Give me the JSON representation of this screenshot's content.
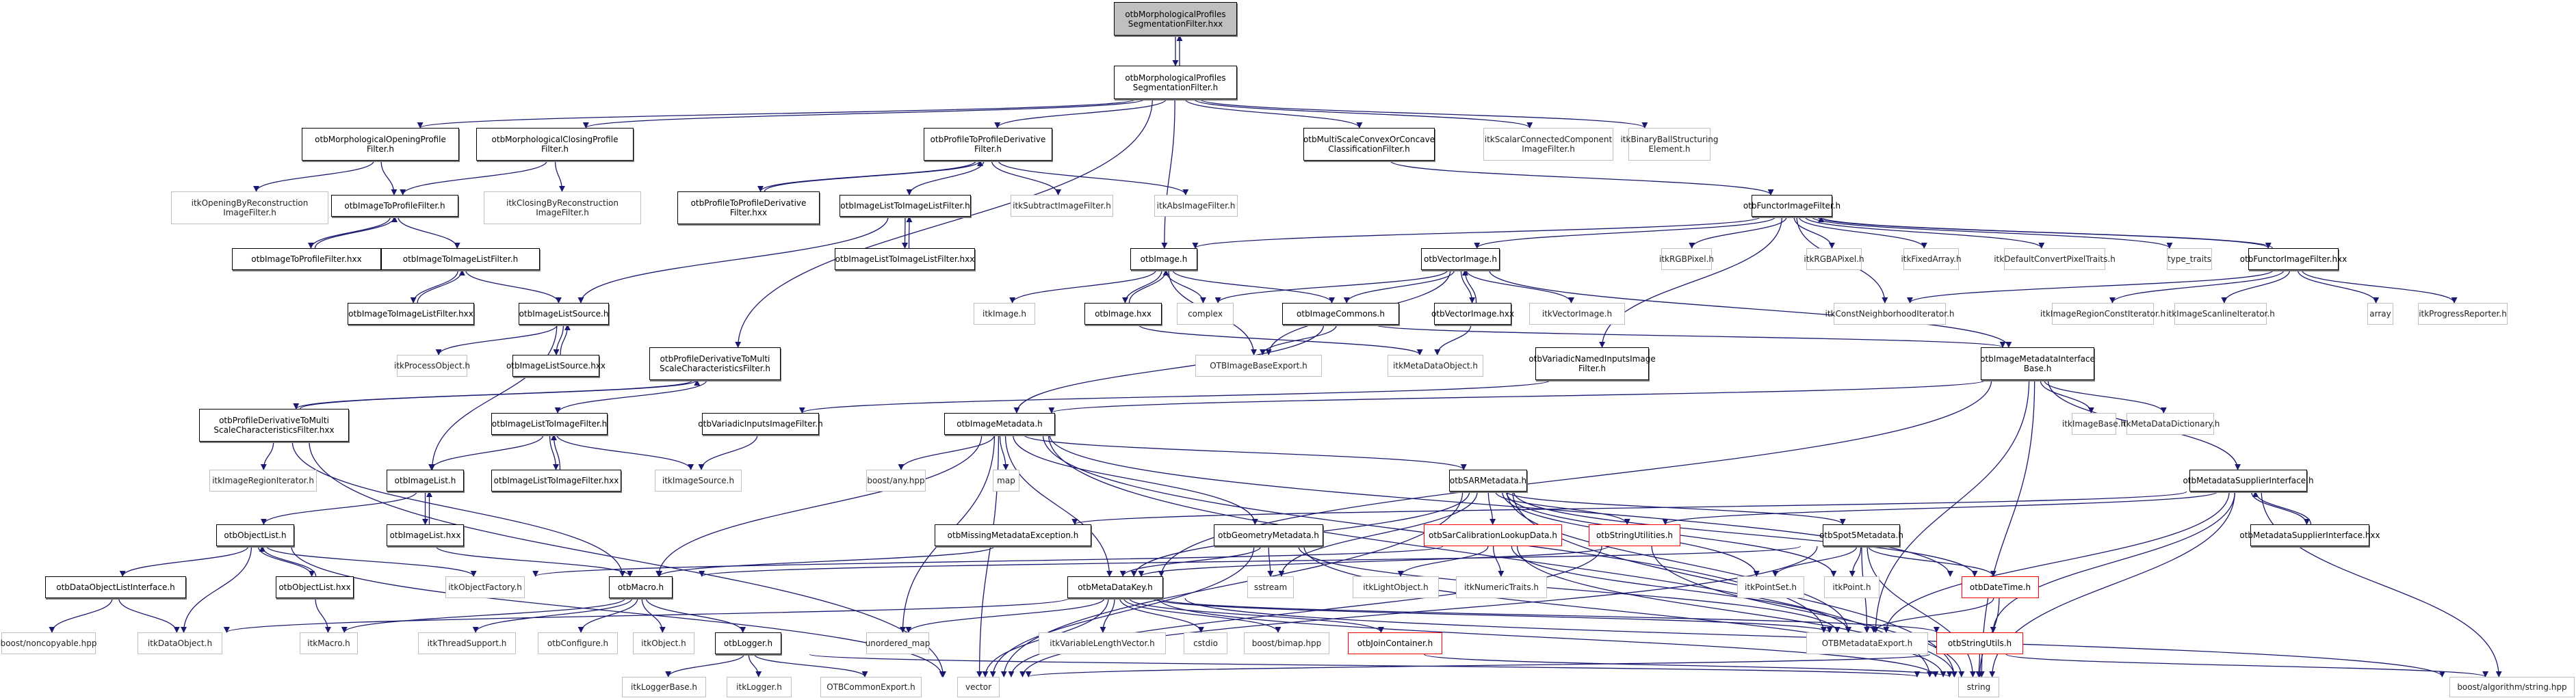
{
  "title": "otbMorphologicalProfilesSegmentationFilter.hxx include dependency graph",
  "colors": {
    "edge": "#191970",
    "root_fill": "#bfbfbf",
    "external_border": "#bfbfbf",
    "truncated_border": "#ff0000"
  },
  "nodes": [
    {
      "id": "root",
      "label": "otbMorphologicalProfiles\nSegmentationFilter.hxx",
      "kind": "root"
    },
    {
      "id": "mpsf_h",
      "label": "otbMorphologicalProfiles\nSegmentationFilter.h",
      "kind": "doc"
    },
    {
      "id": "open",
      "label": "otbMorphologicalOpeningProfile\nFilter.h",
      "kind": "doc"
    },
    {
      "id": "close",
      "label": "otbMorphologicalClosingProfile\nFilter.h",
      "kind": "doc"
    },
    {
      "id": "p2pd",
      "label": "otbProfileToProfileDerivative\nFilter.h",
      "kind": "doc"
    },
    {
      "id": "msconv",
      "label": "otbMultiScaleConvexOrConcave\nClassificationFilter.h",
      "kind": "doc"
    },
    {
      "id": "scc",
      "label": "itkScalarConnectedComponent\nImageFilter.h",
      "kind": "ext"
    },
    {
      "id": "bball",
      "label": "itkBinaryBallStructuring\nElement.h",
      "kind": "ext"
    },
    {
      "id": "obr",
      "label": "itkOpeningByReconstruction\nImageFilter.h",
      "kind": "ext"
    },
    {
      "id": "i2p",
      "label": "otbImageToProfileFilter.h",
      "kind": "doc"
    },
    {
      "id": "cbr",
      "label": "itkClosingByReconstruction\nImageFilter.h",
      "kind": "ext"
    },
    {
      "id": "p2pd_hxx",
      "label": "otbProfileToProfileDerivative\nFilter.hxx",
      "kind": "doc"
    },
    {
      "id": "il2il",
      "label": "otbImageListToImageListFilter.h",
      "kind": "doc"
    },
    {
      "id": "sub",
      "label": "itkSubtractImageFilter.h",
      "kind": "ext"
    },
    {
      "id": "abs",
      "label": "itkAbsImageFilter.h",
      "kind": "ext"
    },
    {
      "id": "functor",
      "label": "otbFunctorImageFilter.h",
      "kind": "doc"
    },
    {
      "id": "i2p_hxx",
      "label": "otbImageToProfileFilter.hxx",
      "kind": "doc"
    },
    {
      "id": "i2il",
      "label": "otbImageToImageListFilter.h",
      "kind": "doc"
    },
    {
      "id": "il2il_hxx",
      "label": "otbImageListToImageListFilter.hxx",
      "kind": "doc"
    },
    {
      "id": "image",
      "label": "otbImage.h",
      "kind": "doc"
    },
    {
      "id": "vimage",
      "label": "otbVectorImage.h",
      "kind": "doc"
    },
    {
      "id": "rgb",
      "label": "itkRGBPixel.h",
      "kind": "ext"
    },
    {
      "id": "rgba",
      "label": "itkRGBAPixel.h",
      "kind": "ext"
    },
    {
      "id": "fixarr",
      "label": "itkFixedArray.h",
      "kind": "ext"
    },
    {
      "id": "dcpt",
      "label": "itkDefaultConvertPixelTraits.h",
      "kind": "ext"
    },
    {
      "id": "typetraits",
      "label": "type_traits",
      "kind": "ext"
    },
    {
      "id": "functor_hxx",
      "label": "otbFunctorImageFilter.hxx",
      "kind": "doc"
    },
    {
      "id": "i2il_hxx",
      "label": "otbImageToImageListFilter.hxx",
      "kind": "doc"
    },
    {
      "id": "ilsrc",
      "label": "otbImageListSource.h",
      "kind": "doc"
    },
    {
      "id": "itkimage",
      "label": "itkImage.h",
      "kind": "ext"
    },
    {
      "id": "image_hxx",
      "label": "otbImage.hxx",
      "kind": "doc"
    },
    {
      "id": "complex",
      "label": "complex",
      "kind": "ext"
    },
    {
      "id": "icommons",
      "label": "otbImageCommons.h",
      "kind": "doc"
    },
    {
      "id": "vimage_hxx",
      "label": "otbVectorImage.hxx",
      "kind": "doc"
    },
    {
      "id": "itkvimage",
      "label": "itkVectorImage.h",
      "kind": "ext"
    },
    {
      "id": "cni",
      "label": "itkConstNeighborhoodIterator.h",
      "kind": "ext"
    },
    {
      "id": "ircit",
      "label": "itkImageRegionConstIterator.h",
      "kind": "ext"
    },
    {
      "id": "isl",
      "label": "itkImageScanlineIterator.h",
      "kind": "ext"
    },
    {
      "id": "array",
      "label": "array",
      "kind": "ext"
    },
    {
      "id": "progress",
      "label": "itkProgressReporter.h",
      "kind": "ext"
    },
    {
      "id": "procobj",
      "label": "itkProcessObject.h",
      "kind": "ext"
    },
    {
      "id": "ilsrc_hxx",
      "label": "otbImageListSource.hxx",
      "kind": "doc"
    },
    {
      "id": "pd2ms",
      "label": "otbProfileDerivativeToMulti\nScaleCharacteristicsFilter.h",
      "kind": "doc"
    },
    {
      "id": "ibexport",
      "label": "OTBImageBaseExport.h",
      "kind": "ext"
    },
    {
      "id": "mdobj",
      "label": "itkMetaDataObject.h",
      "kind": "ext"
    },
    {
      "id": "vnif",
      "label": "otbVariadicNamedInputsImage\nFilter.h",
      "kind": "doc"
    },
    {
      "id": "imib",
      "label": "otbImageMetadataInterface\nBase.h",
      "kind": "doc"
    },
    {
      "id": "pd2ms_hxx",
      "label": "otbProfileDerivativeToMulti\nScaleCharacteristicsFilter.hxx",
      "kind": "doc"
    },
    {
      "id": "il2i",
      "label": "otbImageListToImageFilter.h",
      "kind": "doc"
    },
    {
      "id": "vif",
      "label": "otbVariadicInputsImageFilter.h",
      "kind": "doc"
    },
    {
      "id": "imd",
      "label": "otbImageMetadata.h",
      "kind": "doc"
    },
    {
      "id": "itkimgbase",
      "label": "itkImageBase.h",
      "kind": "ext"
    },
    {
      "id": "mddict",
      "label": "itkMetaDataDictionary.h",
      "kind": "ext"
    },
    {
      "id": "iri",
      "label": "itkImageRegionIterator.h",
      "kind": "ext"
    },
    {
      "id": "ilist",
      "label": "otbImageList.h",
      "kind": "doc"
    },
    {
      "id": "il2i_hxx",
      "label": "otbImageListToImageFilter.hxx",
      "kind": "doc"
    },
    {
      "id": "isrc",
      "label": "itkImageSource.h",
      "kind": "ext"
    },
    {
      "id": "boostany",
      "label": "boost/any.hpp",
      "kind": "ext"
    },
    {
      "id": "map",
      "label": "map",
      "kind": "ext"
    },
    {
      "id": "sarmd",
      "label": "otbSARMetadata.h",
      "kind": "doc"
    },
    {
      "id": "mdsi",
      "label": "otbMetadataSupplierInterface.h",
      "kind": "doc"
    },
    {
      "id": "objlist",
      "label": "otbObjectList.h",
      "kind": "doc"
    },
    {
      "id": "ilist_hxx",
      "label": "otbImageList.hxx",
      "kind": "doc"
    },
    {
      "id": "missmd",
      "label": "otbMissingMetadataException.h",
      "kind": "doc"
    },
    {
      "id": "geomd",
      "label": "otbGeometryMetadata.h",
      "kind": "doc"
    },
    {
      "id": "sarcal",
      "label": "otbSarCalibrationLookupData.h",
      "kind": "red"
    },
    {
      "id": "strutil",
      "label": "otbStringUtilities.h",
      "kind": "red"
    },
    {
      "id": "spot5",
      "label": "otbSpot5Metadata.h",
      "kind": "doc"
    },
    {
      "id": "mdsi_hxx",
      "label": "otbMetadataSupplierInterface.hxx",
      "kind": "doc"
    },
    {
      "id": "dolif",
      "label": "otbDataObjectListInterface.h",
      "kind": "doc"
    },
    {
      "id": "objlist_hxx",
      "label": "otbObjectList.hxx",
      "kind": "doc"
    },
    {
      "id": "objfact",
      "label": "itkObjectFactory.h",
      "kind": "ext"
    },
    {
      "id": "macro",
      "label": "otbMacro.h",
      "kind": "doc"
    },
    {
      "id": "mdkey",
      "label": "otbMetaDataKey.h",
      "kind": "doc"
    },
    {
      "id": "sstream",
      "label": "sstream",
      "kind": "ext"
    },
    {
      "id": "lightobj",
      "label": "itkLightObject.h",
      "kind": "ext"
    },
    {
      "id": "numtraits",
      "label": "itkNumericTraits.h",
      "kind": "ext"
    },
    {
      "id": "pointset",
      "label": "itkPointSet.h",
      "kind": "ext"
    },
    {
      "id": "point",
      "label": "itkPoint.h",
      "kind": "ext"
    },
    {
      "id": "datetime",
      "label": "otbDateTime.h",
      "kind": "red"
    },
    {
      "id": "noncopy",
      "label": "boost/noncopyable.hpp",
      "kind": "ext"
    },
    {
      "id": "dataobj",
      "label": "itkDataObject.h",
      "kind": "ext"
    },
    {
      "id": "itkmacro",
      "label": "itkMacro.h",
      "kind": "ext"
    },
    {
      "id": "thread",
      "label": "itkThreadSupport.h",
      "kind": "ext"
    },
    {
      "id": "configure",
      "label": "otbConfigure.h",
      "kind": "ext"
    },
    {
      "id": "itkobject",
      "label": "itkObject.h",
      "kind": "ext"
    },
    {
      "id": "logger",
      "label": "otbLogger.h",
      "kind": "doc"
    },
    {
      "id": "umap",
      "label": "unordered_map",
      "kind": "ext"
    },
    {
      "id": "vlv",
      "label": "itkVariableLengthVector.h",
      "kind": "ext"
    },
    {
      "id": "cstdio",
      "label": "cstdio",
      "kind": "ext"
    },
    {
      "id": "bimap",
      "label": "boost/bimap.hpp",
      "kind": "ext"
    },
    {
      "id": "joincont",
      "label": "otbJoinContainer.h",
      "kind": "red"
    },
    {
      "id": "mdexport",
      "label": "OTBMetadataExport.h",
      "kind": "ext"
    },
    {
      "id": "strutils",
      "label": "otbStringUtils.h",
      "kind": "red"
    },
    {
      "id": "loggerbase",
      "label": "itkLoggerBase.h",
      "kind": "ext"
    },
    {
      "id": "itklogger",
      "label": "itkLogger.h",
      "kind": "ext"
    },
    {
      "id": "commonexport",
      "label": "OTBCommonExport.h",
      "kind": "ext"
    },
    {
      "id": "vector",
      "label": "vector",
      "kind": "ext"
    },
    {
      "id": "string",
      "label": "string",
      "kind": "ext"
    },
    {
      "id": "balgstr",
      "label": "boost/algorithm/string.hpp",
      "kind": "ext"
    }
  ],
  "edges": [
    [
      "root",
      "mpsf_h"
    ],
    [
      "mpsf_h",
      "root"
    ],
    [
      "mpsf_h",
      "open"
    ],
    [
      "mpsf_h",
      "close"
    ],
    [
      "mpsf_h",
      "p2pd"
    ],
    [
      "mpsf_h",
      "msconv"
    ],
    [
      "mpsf_h",
      "scc"
    ],
    [
      "mpsf_h",
      "bball"
    ],
    [
      "mpsf_h",
      "image"
    ],
    [
      "mpsf_h",
      "pd2ms"
    ],
    [
      "open",
      "obr"
    ],
    [
      "open",
      "i2p"
    ],
    [
      "close",
      "i2p"
    ],
    [
      "close",
      "cbr"
    ],
    [
      "i2p",
      "i2p_hxx"
    ],
    [
      "i2p_hxx",
      "i2p"
    ],
    [
      "i2p",
      "i2il"
    ],
    [
      "i2il",
      "i2il_hxx"
    ],
    [
      "i2il_hxx",
      "i2il"
    ],
    [
      "i2il",
      "ilsrc"
    ],
    [
      "p2pd",
      "p2pd_hxx"
    ],
    [
      "p2pd_hxx",
      "p2pd"
    ],
    [
      "p2pd",
      "il2il"
    ],
    [
      "p2pd",
      "sub"
    ],
    [
      "p2pd",
      "abs"
    ],
    [
      "il2il",
      "il2il_hxx"
    ],
    [
      "il2il_hxx",
      "il2il"
    ],
    [
      "il2il",
      "ilsrc"
    ],
    [
      "ilsrc",
      "procobj"
    ],
    [
      "ilsrc",
      "ilsrc_hxx"
    ],
    [
      "ilsrc_hxx",
      "ilsrc"
    ],
    [
      "ilsrc",
      "ilist"
    ],
    [
      "msconv",
      "functor"
    ],
    [
      "functor",
      "image"
    ],
    [
      "functor",
      "vimage"
    ],
    [
      "functor",
      "rgb"
    ],
    [
      "functor",
      "rgba"
    ],
    [
      "functor",
      "fixarr"
    ],
    [
      "functor",
      "dcpt"
    ],
    [
      "functor",
      "typetraits"
    ],
    [
      "functor",
      "functor_hxx"
    ],
    [
      "functor_hxx",
      "functor"
    ],
    [
      "functor",
      "cni"
    ],
    [
      "functor",
      "vnif"
    ],
    [
      "functor_hxx",
      "cni"
    ],
    [
      "functor_hxx",
      "ircit"
    ],
    [
      "functor_hxx",
      "isl"
    ],
    [
      "functor_hxx",
      "array"
    ],
    [
      "functor_hxx",
      "progress"
    ],
    [
      "image",
      "itkimage"
    ],
    [
      "image",
      "image_hxx"
    ],
    [
      "image_hxx",
      "image"
    ],
    [
      "image",
      "complex"
    ],
    [
      "image",
      "icommons"
    ],
    [
      "image",
      "ibexport"
    ],
    [
      "image_hxx",
      "mdobj"
    ],
    [
      "vimage",
      "complex"
    ],
    [
      "vimage",
      "icommons"
    ],
    [
      "vimage",
      "vimage_hxx"
    ],
    [
      "vimage_hxx",
      "vimage"
    ],
    [
      "vimage",
      "itkvimage"
    ],
    [
      "vimage",
      "ibexport"
    ],
    [
      "vimage",
      "imib"
    ],
    [
      "vimage_hxx",
      "mdobj"
    ],
    [
      "icommons",
      "ibexport"
    ],
    [
      "icommons",
      "imd"
    ],
    [
      "icommons",
      "imib"
    ],
    [
      "pd2ms",
      "pd2ms_hxx"
    ],
    [
      "pd2ms_hxx",
      "pd2ms"
    ],
    [
      "pd2ms",
      "il2i"
    ],
    [
      "pd2ms_hxx",
      "iri"
    ],
    [
      "pd2ms_hxx",
      "macro"
    ],
    [
      "pd2ms_hxx",
      "vector"
    ],
    [
      "il2i",
      "ilist"
    ],
    [
      "il2i",
      "il2i_hxx"
    ],
    [
      "il2i_hxx",
      "il2i"
    ],
    [
      "il2i",
      "isrc"
    ],
    [
      "vnif",
      "vif"
    ],
    [
      "vif",
      "isrc"
    ],
    [
      "imib",
      "imd"
    ],
    [
      "imib",
      "itkimgbase"
    ],
    [
      "imib",
      "mddict"
    ],
    [
      "imib",
      "mdsi"
    ],
    [
      "imib",
      "mdexport"
    ],
    [
      "imib",
      "string"
    ],
    [
      "imib",
      "mdkey"
    ],
    [
      "imd",
      "boostany"
    ],
    [
      "imd",
      "map"
    ],
    [
      "imd",
      "sarmd"
    ],
    [
      "imd",
      "geomd"
    ],
    [
      "imd",
      "macro"
    ],
    [
      "imd",
      "mdkey"
    ],
    [
      "imd",
      "mdexport"
    ],
    [
      "imd",
      "string"
    ],
    [
      "imd",
      "vector"
    ],
    [
      "imd",
      "umap"
    ],
    [
      "imd",
      "datetime"
    ],
    [
      "sarmd",
      "sarcal"
    ],
    [
      "sarmd",
      "strutil"
    ],
    [
      "sarmd",
      "spot5"
    ],
    [
      "sarmd",
      "mdkey"
    ],
    [
      "sarmd",
      "pointset"
    ],
    [
      "sarmd",
      "point"
    ],
    [
      "sarmd",
      "datetime"
    ],
    [
      "sarmd",
      "mdexport"
    ],
    [
      "sarmd",
      "vector"
    ],
    [
      "sarmd",
      "string"
    ],
    [
      "sarmd",
      "sstream"
    ],
    [
      "mdsi",
      "mdsi_hxx"
    ],
    [
      "mdsi_hxx",
      "mdsi"
    ],
    [
      "mdsi",
      "missmd"
    ],
    [
      "mdsi",
      "strutil"
    ],
    [
      "mdsi",
      "mdexport"
    ],
    [
      "mdsi",
      "string"
    ],
    [
      "mdsi",
      "balgstr"
    ],
    [
      "mdsi",
      "strutils"
    ],
    [
      "ilist",
      "objlist"
    ],
    [
      "ilist",
      "ilist_hxx"
    ],
    [
      "ilist_hxx",
      "ilist"
    ],
    [
      "ilist_hxx",
      "macro"
    ],
    [
      "objlist",
      "dolif"
    ],
    [
      "objlist",
      "objlist_hxx"
    ],
    [
      "objlist_hxx",
      "objlist"
    ],
    [
      "objlist",
      "objfact"
    ],
    [
      "objlist",
      "dataobj"
    ],
    [
      "objlist",
      "vector"
    ],
    [
      "objlist_hxx",
      "itkmacro"
    ],
    [
      "dolif",
      "noncopy"
    ],
    [
      "dolif",
      "dataobj"
    ],
    [
      "missmd",
      "macro"
    ],
    [
      "geomd",
      "mdkey"
    ],
    [
      "geomd",
      "sstream"
    ],
    [
      "geomd",
      "vector"
    ],
    [
      "geomd",
      "string"
    ],
    [
      "geomd",
      "mdexport"
    ],
    [
      "sarcal",
      "lightobj"
    ],
    [
      "sarcal",
      "numtraits"
    ],
    [
      "sarcal",
      "objfact"
    ],
    [
      "sarcal",
      "mdexport"
    ],
    [
      "sarcal",
      "string"
    ],
    [
      "strutil",
      "mdkey"
    ],
    [
      "strutil",
      "vector"
    ],
    [
      "strutil",
      "string"
    ],
    [
      "spot5",
      "pointset"
    ],
    [
      "spot5",
      "point"
    ],
    [
      "spot5",
      "datetime"
    ],
    [
      "spot5",
      "macro"
    ],
    [
      "spot5",
      "mdexport"
    ],
    [
      "spot5",
      "vector"
    ],
    [
      "spot5",
      "string"
    ],
    [
      "datetime",
      "mdexport"
    ],
    [
      "datetime",
      "string"
    ],
    [
      "macro",
      "itkmacro"
    ],
    [
      "macro",
      "thread"
    ],
    [
      "macro",
      "configure"
    ],
    [
      "macro",
      "itkobject"
    ],
    [
      "macro",
      "logger"
    ],
    [
      "logger",
      "loggerbase"
    ],
    [
      "logger",
      "itklogger"
    ],
    [
      "logger",
      "commonexport"
    ],
    [
      "logger",
      "string"
    ],
    [
      "mdkey",
      "umap"
    ],
    [
      "mdkey",
      "vlv"
    ],
    [
      "mdkey",
      "cstdio"
    ],
    [
      "mdkey",
      "bimap"
    ],
    [
      "mdkey",
      "joincont"
    ],
    [
      "mdkey",
      "mdexport"
    ],
    [
      "mdkey",
      "strutils"
    ],
    [
      "mdkey",
      "vector"
    ],
    [
      "mdkey",
      "string"
    ],
    [
      "mdkey",
      "dataobj"
    ],
    [
      "mdkey",
      "balgstr"
    ],
    [
      "joincont",
      "string"
    ],
    [
      "strutils",
      "string"
    ],
    [
      "strutils",
      "vector"
    ],
    [
      "strutils",
      "balgstr"
    ]
  ]
}
